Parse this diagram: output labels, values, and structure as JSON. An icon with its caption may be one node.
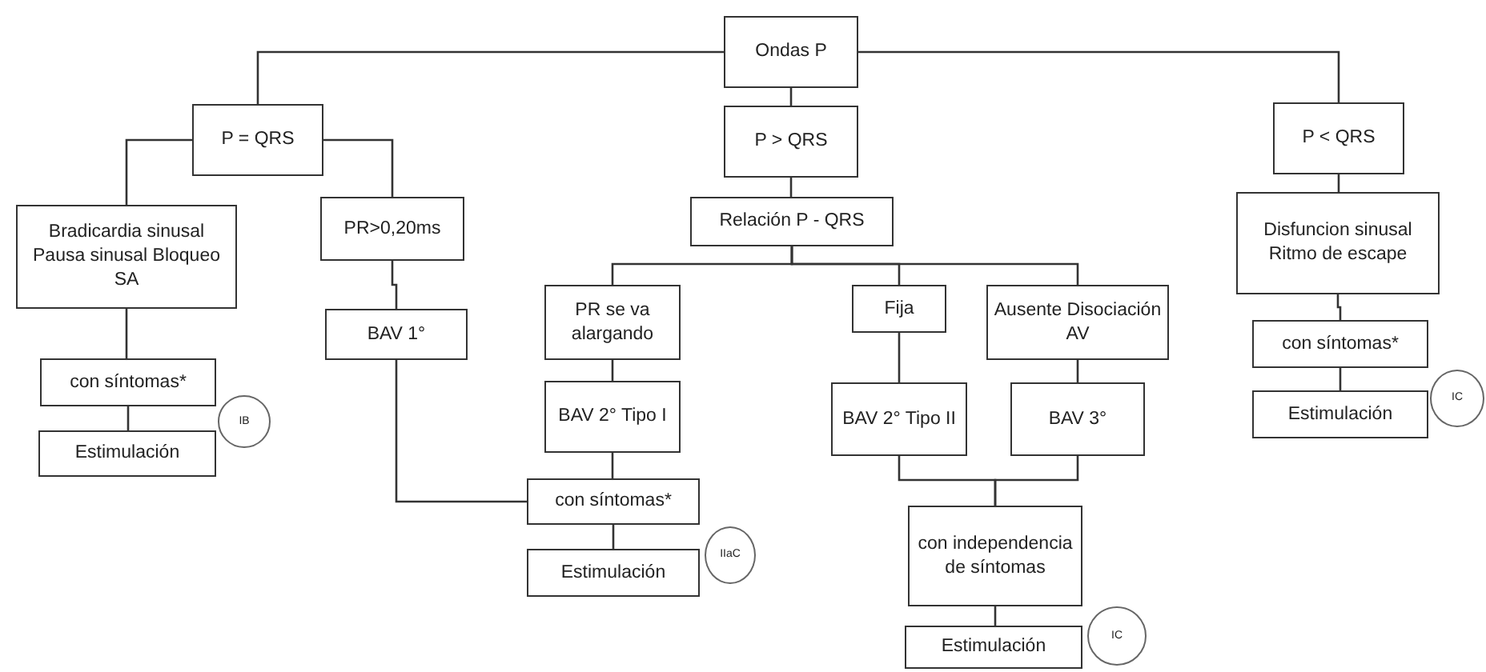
{
  "diagram": {
    "nodes": [
      {
        "text": [
          "Ondas P"
        ]
      },
      {
        "text": [
          "P = QRS"
        ]
      },
      {
        "text": [
          "P > QRS"
        ]
      },
      {
        "text": [
          "P < QRS"
        ]
      },
      {
        "text": [
          "Bradicardia sinusal Pausa sinusal Bloqueo SA"
        ]
      },
      {
        "text": [
          "PR>0,20ms"
        ]
      },
      {
        "text": [
          "Relación P - QRS"
        ]
      },
      {
        "text": [
          "PR  se va alargando"
        ]
      },
      {
        "text": [
          "Fija"
        ]
      },
      {
        "text": [
          "Ausente Disociación AV"
        ]
      },
      {
        "text": [
          "Disfuncion sinusal Ritmo de escape"
        ]
      },
      {
        "text": [
          "con síntomas*"
        ]
      },
      {
        "text": [
          "Estimulación"
        ]
      },
      {
        "text": [
          "IB"
        ]
      },
      {
        "text": [
          "BAV 1°"
        ]
      },
      {
        "text": [
          "BAV 2° Tipo I"
        ]
      },
      {
        "text": [
          "BAV 2° Tipo II"
        ]
      },
      {
        "text": [
          "BAV 3°"
        ]
      },
      {
        "text": [
          "con síntomas*"
        ]
      },
      {
        "text": [
          "Estimulación"
        ]
      },
      {
        "text": [
          "IC"
        ]
      },
      {
        "text": [
          "con síntomas*"
        ]
      },
      {
        "text": [
          "Estimulación"
        ]
      },
      {
        "text": [
          "IIaC"
        ]
      },
      {
        "text": [
          "con independencia de síntomas"
        ]
      },
      {
        "text": [
          "Estimulación"
        ]
      },
      {
        "text": [
          "IC"
        ]
      }
    ],
    "edges": [
      {
        "from": 0,
        "to": 1,
        "arrow": "none"
      },
      {
        "from": 0,
        "to": 2,
        "arrow": "none"
      },
      {
        "from": 0,
        "to": 3,
        "arrow": "none"
      },
      {
        "from": 1,
        "to": 4,
        "arrow": "none"
      },
      {
        "from": 1,
        "to": 5,
        "arrow": "none"
      },
      {
        "from": 2,
        "to": 6,
        "arrow": "none"
      },
      {
        "from": 6,
        "to": 7,
        "arrow": "none"
      },
      {
        "from": 6,
        "to": 8,
        "arrow": "none"
      },
      {
        "from": 6,
        "to": 9,
        "arrow": "none"
      },
      {
        "from": 3,
        "to": 10,
        "arrow": "none"
      },
      {
        "from": 4,
        "to": 11,
        "arrow": "none"
      },
      {
        "from": 11,
        "to": 12,
        "arrow": "none"
      },
      {
        "from": 5,
        "to": 14,
        "arrow": "none"
      },
      {
        "from": 7,
        "to": 15,
        "arrow": "none"
      },
      {
        "from": 15,
        "to": 21,
        "arrow": "none"
      },
      {
        "from": 14,
        "to": 21,
        "arrow": "none"
      },
      {
        "from": 8,
        "to": 16,
        "arrow": "none"
      },
      {
        "from": 9,
        "to": 17,
        "arrow": "none"
      },
      {
        "from": 16,
        "to": 24,
        "arrow": "none"
      },
      {
        "from": 17,
        "to": 24,
        "arrow": "none"
      },
      {
        "from": 24,
        "to": 25,
        "arrow": "none"
      },
      {
        "from": 10,
        "to": 18,
        "arrow": "none"
      },
      {
        "from": 18,
        "to": 19,
        "arrow": "none"
      },
      {
        "from": 21,
        "to": 22,
        "arrow": "none"
      }
    ]
  }
}
